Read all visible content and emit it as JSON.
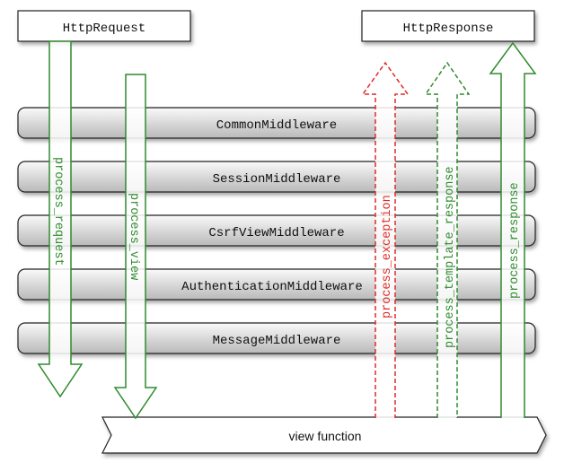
{
  "request_box": {
    "label": "HttpRequest"
  },
  "response_box": {
    "label": "HttpResponse"
  },
  "middleware": [
    {
      "label": "CommonMiddleware"
    },
    {
      "label": "SessionMiddleware"
    },
    {
      "label": "CsrfViewMiddleware"
    },
    {
      "label": "AuthenticationMiddleware"
    },
    {
      "label": "MessageMiddleware"
    }
  ],
  "arrows": {
    "process_request": {
      "label": "process_request",
      "color": "#2e8b2e",
      "style": "solid",
      "direction": "down"
    },
    "process_view": {
      "label": "process_view",
      "color": "#2e8b2e",
      "style": "solid",
      "direction": "down"
    },
    "process_exception": {
      "label": "process_exception",
      "color": "#e02a2a",
      "style": "dashed",
      "direction": "up"
    },
    "process_template_response": {
      "label": "process_template_response",
      "color": "#2e8b2e",
      "style": "dashed",
      "direction": "up"
    },
    "process_response": {
      "label": "process_response",
      "color": "#2e8b2e",
      "style": "solid",
      "direction": "up"
    }
  },
  "view_function": {
    "label": "view function"
  }
}
